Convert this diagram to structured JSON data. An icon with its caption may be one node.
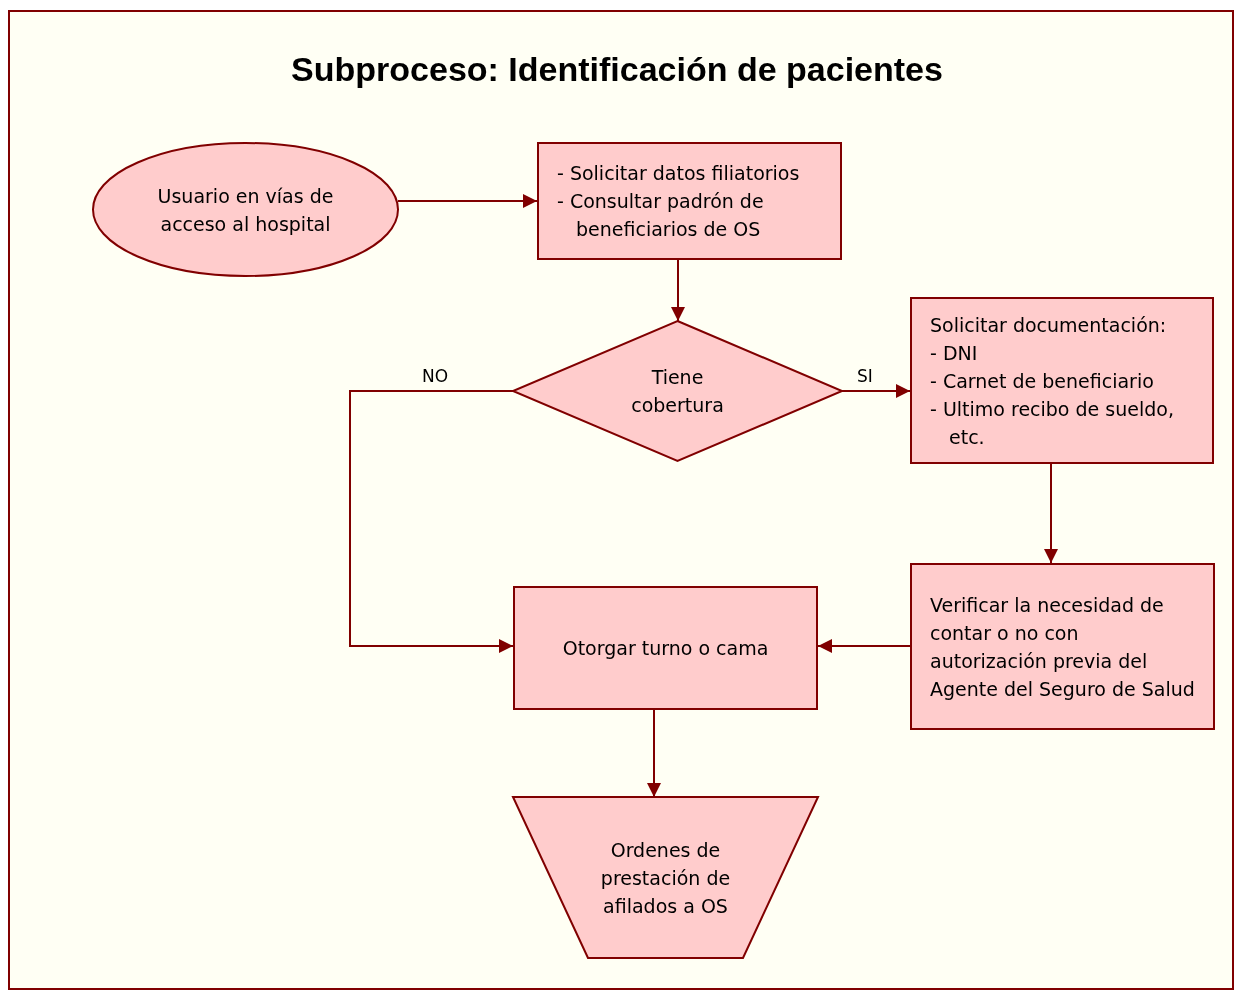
{
  "diagram": {
    "title": "Subproceso: Identificación de pacientes",
    "nodes": [
      {
        "text": [
          "Usuario en vías de acceso al hospital"
        ]
      },
      {
        "text": [
          "- Solicitar datos filiatorios",
          "- Consultar padrón de beneficiarios de OS"
        ]
      },
      {
        "text": [
          "Tiene cobertura"
        ]
      },
      {
        "text": [
          "Solicitar documentación:",
          "- DNI",
          "- Carnet de beneficiario",
          "- Ultimo recibo de sueldo, etc."
        ]
      },
      {
        "text": [
          "Verificar la necesidad de contar o no con autorización previa del Agente del Seguro de Salud"
        ]
      },
      {
        "text": [
          "Otorgar turno o cama"
        ]
      },
      {
        "text": [
          "Ordenes de prestación de afilados a OS"
        ]
      }
    ],
    "edges": [
      {
        "from": 0,
        "to": 1,
        "arrow": "to"
      },
      {
        "from": 1,
        "to": 2,
        "arrow": "to"
      },
      {
        "from": 2,
        "to": 3,
        "arrow": "to",
        "label": "SI"
      },
      {
        "from": 3,
        "to": 4,
        "arrow": "to"
      },
      {
        "from": 4,
        "to": 5,
        "arrow": "to"
      },
      {
        "from": 2,
        "to": 5,
        "arrow": "to",
        "label": "NO"
      },
      {
        "from": 5,
        "to": 6,
        "arrow": "to"
      }
    ]
  }
}
